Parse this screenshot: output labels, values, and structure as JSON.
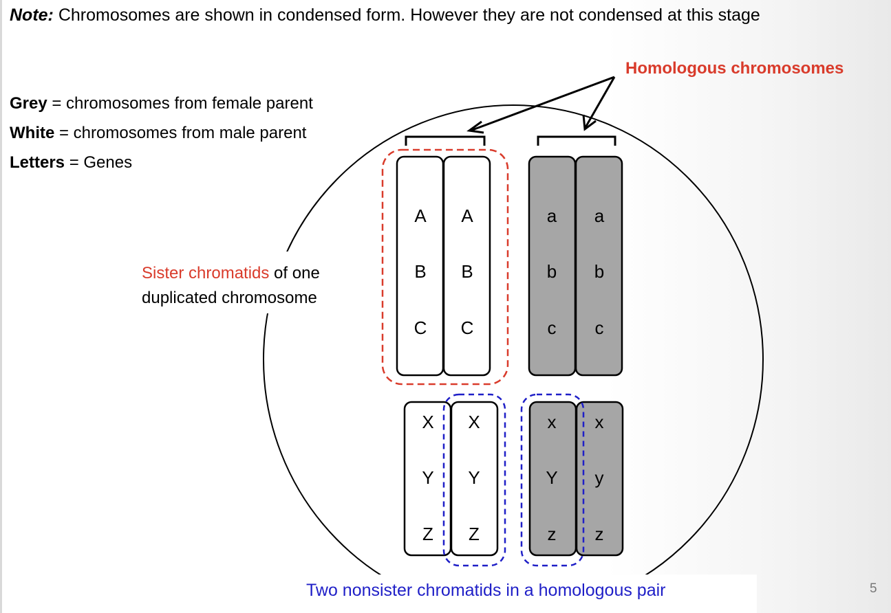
{
  "note": {
    "label": "Note:",
    "text": " Chromosomes are shown in condensed form.  However they are not condensed at this stage"
  },
  "legend": [
    {
      "term": "Grey",
      "text": " = chromosomes from female parent"
    },
    {
      "term": "White",
      "text": " = chromosomes from male parent"
    },
    {
      "term": "Letters",
      "text": " = Genes"
    }
  ],
  "labels": {
    "homologous": "Homologous chromosomes",
    "sister_red": "Sister chromatids",
    "sister_rest": " of one",
    "sister_line2": "duplicated chromosome",
    "nonsister": "Two nonsister chromatids in a homologous pair"
  },
  "page_number": "5",
  "colors": {
    "grey_chromatid": "#a6a6a6",
    "white_chromatid": "#ffffff",
    "red_accent": "#d93b2b",
    "blue_accent": "#1f1fc7"
  },
  "chromatids": {
    "top_white_left": [
      "A",
      "B",
      "C"
    ],
    "top_white_right": [
      "A",
      "B",
      "C"
    ],
    "top_grey_left": [
      "a",
      "b",
      "c"
    ],
    "top_grey_right": [
      "a",
      "b",
      "c"
    ],
    "bottom_white_left": [
      "X",
      "Y",
      "Z"
    ],
    "bottom_white_right": [
      "X",
      "Y",
      "Z"
    ],
    "bottom_grey_left": [
      "x",
      "Y",
      "z"
    ],
    "bottom_grey_right": [
      "x",
      "y",
      "z"
    ]
  }
}
